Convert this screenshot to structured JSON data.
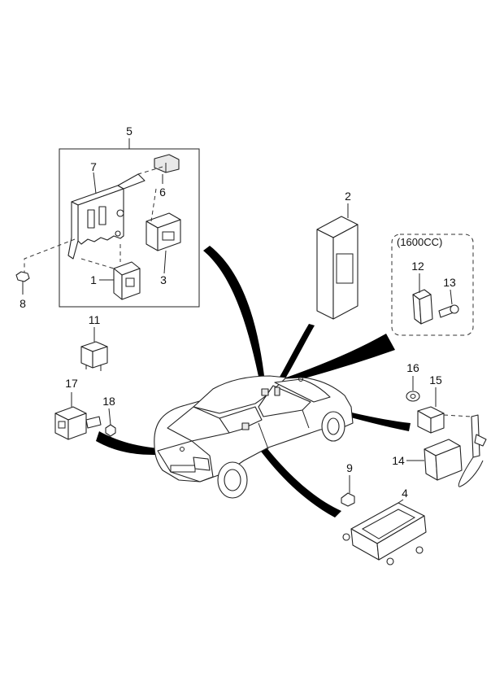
{
  "diagram": {
    "callouts": {
      "c1": "1",
      "c2": "2",
      "c3": "3",
      "c4": "4",
      "c5": "5",
      "c6": "6",
      "c7": "7",
      "c8": "8",
      "c9": "9",
      "c10": "11",
      "c11": "12",
      "c12": "13",
      "c13": "14",
      "c14": "15",
      "c15": "16",
      "c16": "17",
      "c17": "18"
    },
    "variant_label": "(1600CC)"
  }
}
